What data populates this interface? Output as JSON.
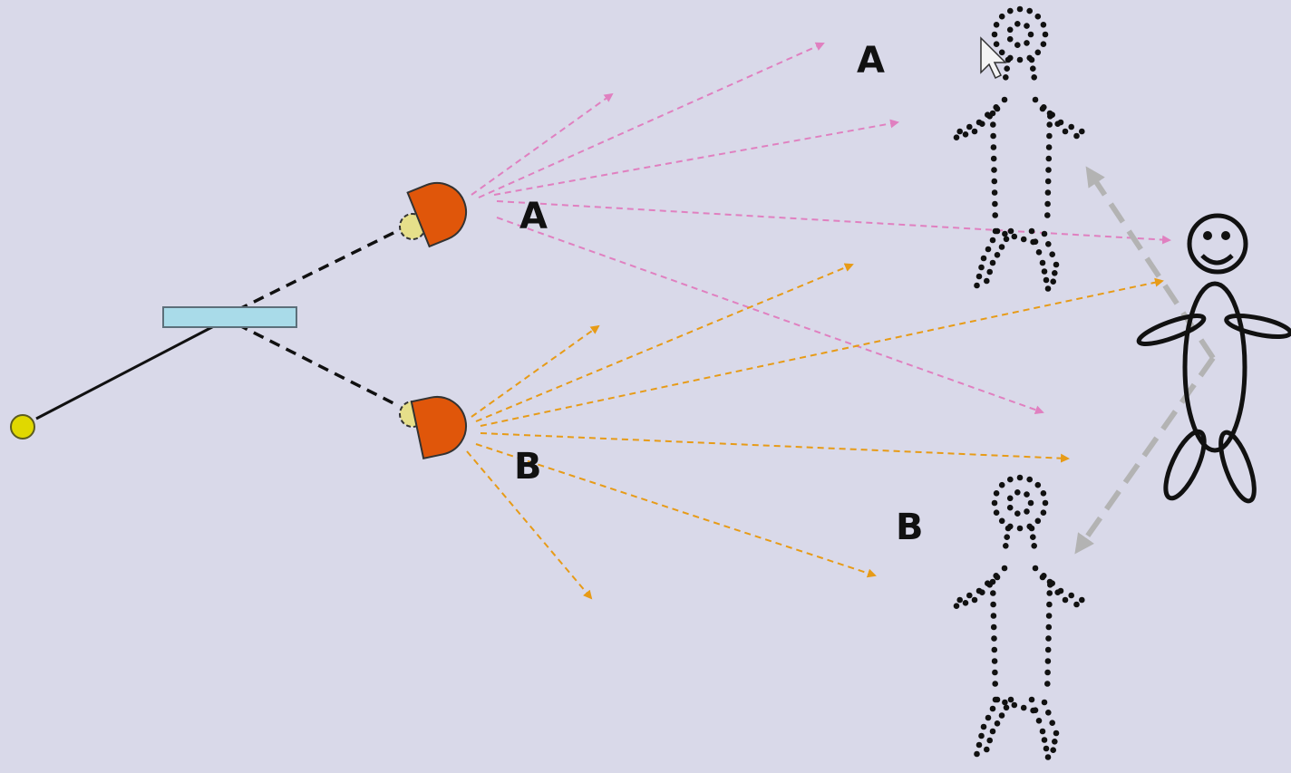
{
  "labels": {
    "top_right": "A",
    "top_mid": "A",
    "bottom_mid": "B",
    "bottom_right": "B"
  },
  "colors": {
    "background": "#d9d9e9",
    "source": "#e0d800",
    "beam_splitter": "#a9dbe9",
    "detector": "#e0560a",
    "pink_rays": "#e080c0",
    "orange_rays": "#e79b17",
    "grey_arrow": "#b3b3b3",
    "figure": "#111111"
  },
  "icons": {
    "source": "light-source-dot",
    "splitter": "beam-splitter-rect",
    "detector": "d-shaped-detector-icon",
    "cursor": "mouse-pointer-icon"
  }
}
